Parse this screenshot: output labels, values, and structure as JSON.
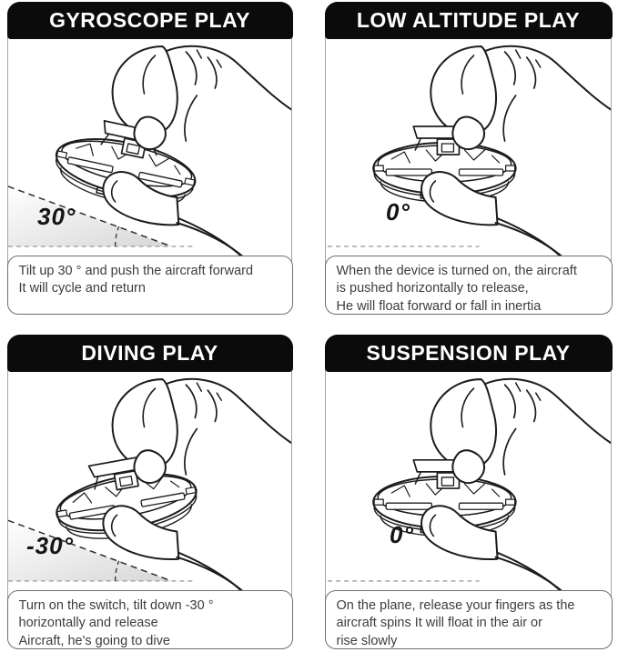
{
  "colors": {
    "header_bg": "#0b0b0b",
    "header_text": "#ffffff",
    "panel_border": "#a3a3a3",
    "textbox_border": "#6f6f6f",
    "body_text": "#3d3d3d",
    "line_art": "#1c1c1c",
    "wedge_fill": "#dcdcdc"
  },
  "illustration_name": "hand-holding-ufo-spinner",
  "panels": [
    {
      "title": "GYROSCOPE PLAY",
      "angle_label": "30°",
      "angle_type": "wedge",
      "tilt_deg": 12,
      "description_lines": [
        "Tilt up 30 ° and push the aircraft forward",
        "It will cycle and return"
      ]
    },
    {
      "title": "LOW ALTITUDE PLAY",
      "angle_label": "0°",
      "angle_type": "flat",
      "tilt_deg": 0,
      "description_lines": [
        "When the device is turned on, the aircraft",
        "is pushed horizontally to release,",
        "He will float forward or fall in inertia"
      ]
    },
    {
      "title": "DIVING PLAY",
      "angle_label": "-30°",
      "angle_type": "wedge",
      "tilt_deg": -10,
      "description_lines": [
        "Turn on the switch, tilt down -30 °",
        "horizontally and release",
        "Aircraft, he's going to dive"
      ]
    },
    {
      "title": "SUSPENSION PLAY",
      "angle_label": "0°",
      "angle_type": "flat",
      "tilt_deg": 0,
      "description_lines": [
        "On the plane, release your fingers as the",
        "aircraft spins It will float in the air or",
        "rise slowly"
      ]
    }
  ]
}
